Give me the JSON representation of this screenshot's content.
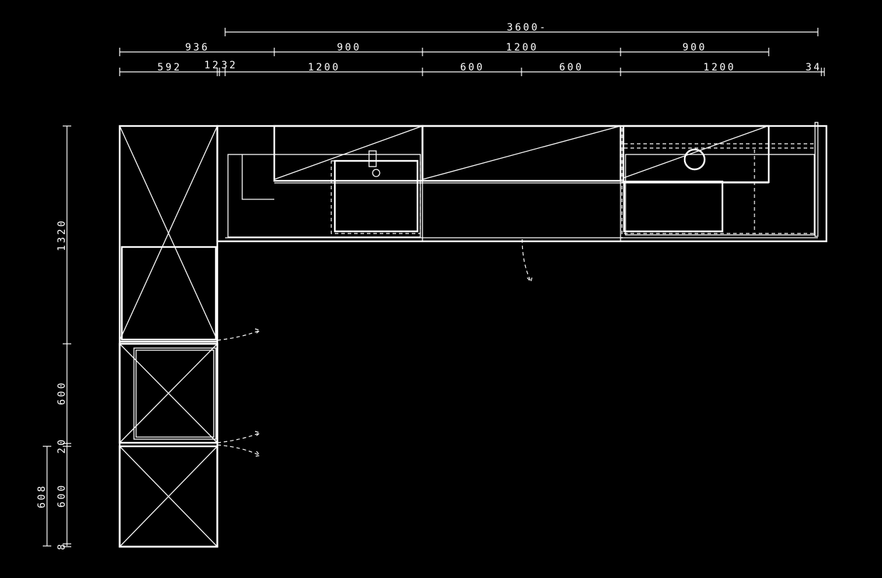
{
  "drawing": {
    "top_dimensions": {
      "overall": "3600-",
      "row2": [
        "936",
        "900",
        "1200",
        "900"
      ],
      "row3": [
        "592",
        "12",
        "32",
        "1200",
        "600",
        "600",
        "1200",
        "34"
      ]
    },
    "left_dimensions": {
      "outer": [
        "1320",
        "600",
        "20",
        "600",
        "8"
      ],
      "inner": "608"
    },
    "colors": {
      "background": "#000000",
      "lines": "#ffffff"
    }
  }
}
